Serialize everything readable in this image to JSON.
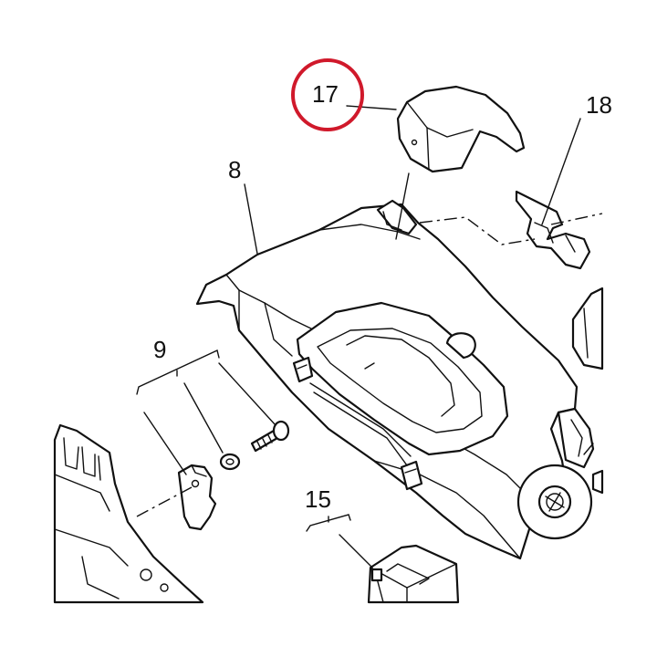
{
  "diagram": {
    "callouts": {
      "p17": "17",
      "p18": "18",
      "p8": "8",
      "p9": "9",
      "p15": "15"
    },
    "highlight_color": "#d0192b",
    "line_color": "#111111",
    "background": "#ffffff"
  }
}
